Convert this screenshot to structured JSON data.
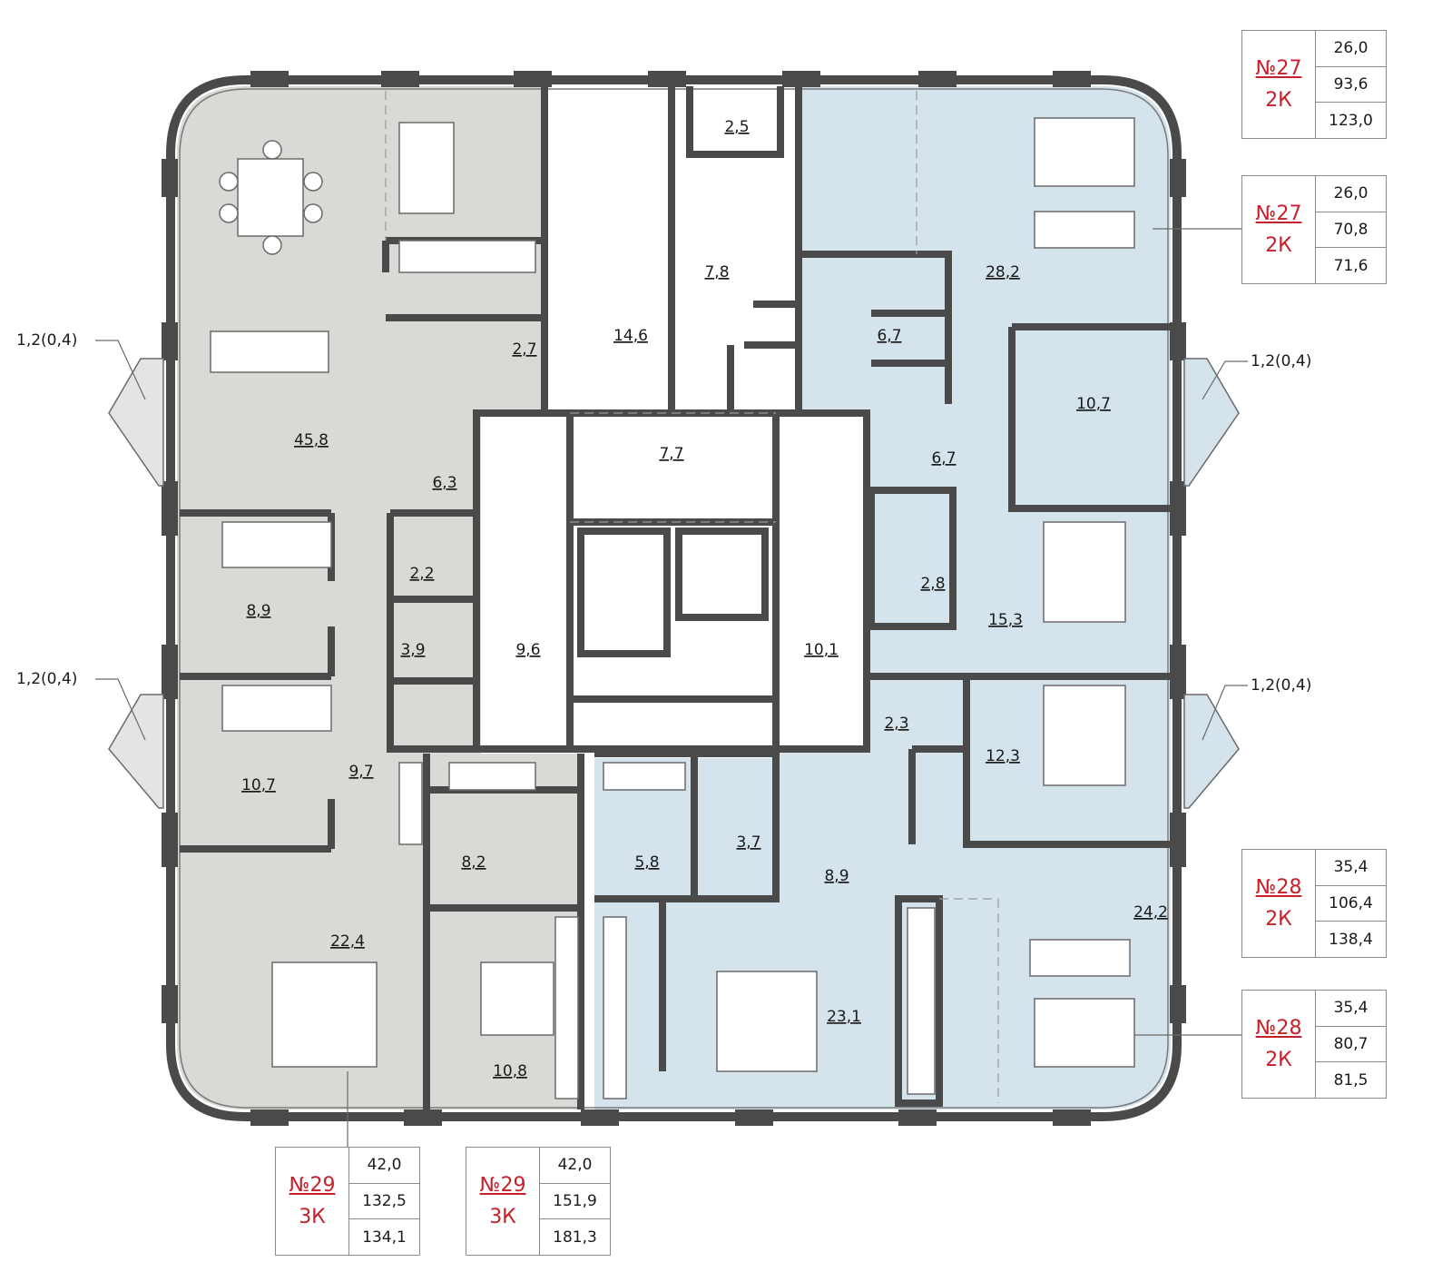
{
  "colors": {
    "grey_apartment": "#d9d9d6",
    "blue_apartment": "#d5e3ec",
    "wall": "#4a4a4a",
    "accent_red": "#c8202a"
  },
  "rooms": {
    "r45_8": "45,8",
    "r2_7": "2,7",
    "r14_6": "14,6",
    "r2_5": "2,5",
    "r7_8": "7,8",
    "r28_2": "28,2",
    "r6_7a": "6,7",
    "r6_7b": "6,7",
    "r10_7a": "10,7",
    "r7_7": "7,7",
    "r6_3": "6,3",
    "r2_2": "2,2",
    "r8_9a": "8,9",
    "r3_9": "3,9",
    "r9_6": "9,6",
    "r10_1": "10,1",
    "r2_8": "2,8",
    "r15_3": "15,3",
    "r10_7b": "10,7",
    "r9_7": "9,7",
    "r2_3": "2,3",
    "r12_3": "12,3",
    "r8_2": "8,2",
    "r5_8": "5,8",
    "r3_7": "3,7",
    "r8_9b": "8,9",
    "r24_2": "24,2",
    "r22_4": "22,4",
    "r10_8": "10,8",
    "r23_1": "23,1"
  },
  "balconies": {
    "b_left_top": "1,2(0,4)",
    "b_left_bottom": "1,2(0,4)",
    "b_right_top": "1,2(0,4)",
    "b_right_bottom": "1,2(0,4)"
  },
  "apartments": [
    {
      "number": "№27",
      "type": "2К",
      "areas": [
        "26,0",
        "93,6",
        "123,0"
      ]
    },
    {
      "number": "№27",
      "type": "2К",
      "areas": [
        "26,0",
        "70,8",
        "71,6"
      ]
    },
    {
      "number": "№28",
      "type": "2К",
      "areas": [
        "35,4",
        "106,4",
        "138,4"
      ]
    },
    {
      "number": "№28",
      "type": "2К",
      "areas": [
        "35,4",
        "80,7",
        "81,5"
      ]
    },
    {
      "number": "№29",
      "type": "3К",
      "areas": [
        "42,0",
        "132,5",
        "134,1"
      ]
    },
    {
      "number": "№29",
      "type": "3К",
      "areas": [
        "42,0",
        "151,9",
        "181,3"
      ]
    }
  ]
}
